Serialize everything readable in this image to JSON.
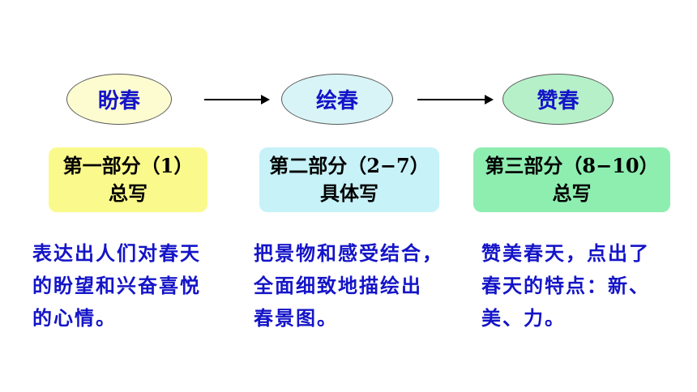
{
  "stages": [
    {
      "label": "盼春",
      "color": "#fcfcd0"
    },
    {
      "label": "绘春",
      "color": "#d8f4f6"
    },
    {
      "label": "赞春",
      "color": "#b6f0c8"
    }
  ],
  "parts": [
    {
      "title": "第一部分（1）",
      "subtitle": "总写",
      "color": "#fafa8c"
    },
    {
      "title": "第二部分（2−7）",
      "subtitle": "具体写",
      "color": "#c6f2f8"
    },
    {
      "title": "第三部分（8−10）",
      "subtitle": "总写",
      "color": "#8eeeb0"
    }
  ],
  "descriptions": [
    [
      "表达出人们对春天",
      "的盼望和兴奋喜悦",
      "的心情。"
    ],
    [
      "把景物和感受结合，",
      "全面细致地描绘出",
      "春景图。"
    ],
    [
      "赞美春天，点出了",
      "春天的特点：新、",
      "美、力。"
    ]
  ]
}
